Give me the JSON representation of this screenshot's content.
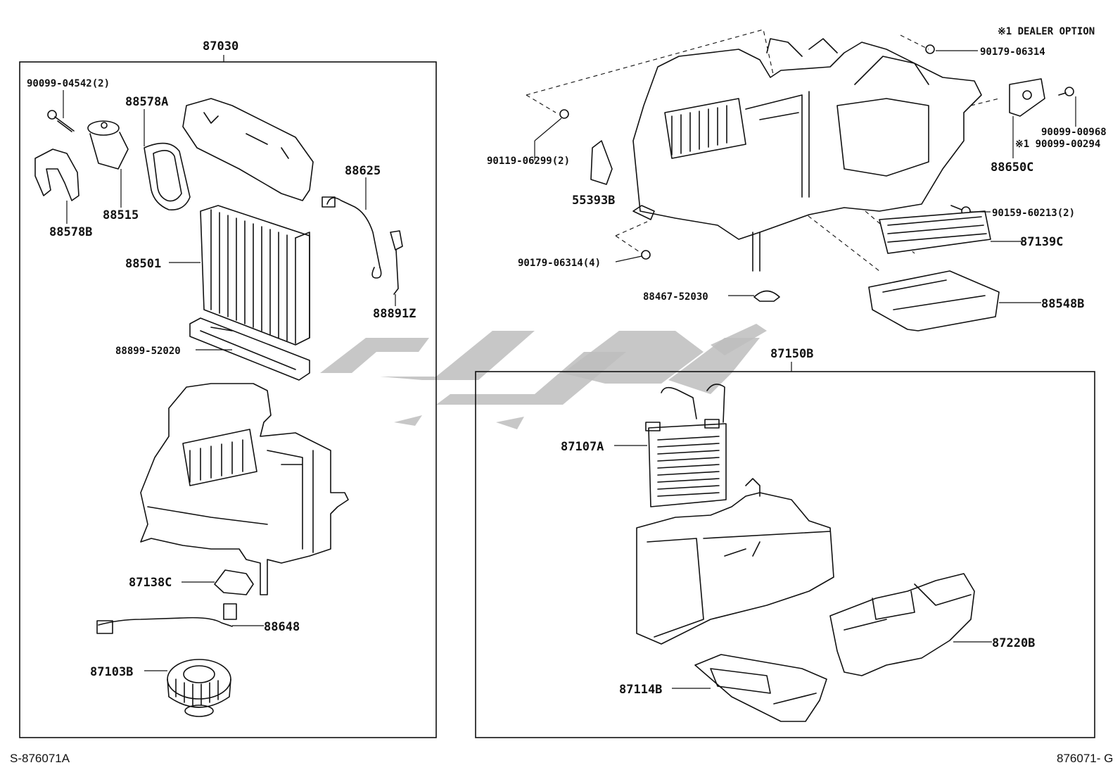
{
  "note": "※1 DEALER OPTION",
  "corner_left": "S-876071A",
  "corner_right": "876071- G",
  "assembly_left": {
    "number": "87030",
    "parts": {
      "p1": "90099-04542(2)",
      "p2": "88578A",
      "p3": "88515",
      "p4": "88578B",
      "p5": "88625",
      "p6": "88501",
      "p7": "88891Z",
      "p8": "88899-52020",
      "p9": "87138C",
      "p10": "88648",
      "p11": "87103B"
    }
  },
  "assembly_right": {
    "number": "87150B",
    "parts": {
      "p1": "87107A",
      "p2": "87220B",
      "p3": "87114B"
    }
  },
  "upper_parts": {
    "p1": "90179-06314",
    "p2": "90099-00968",
    "p3": "※1 90099-00294",
    "p4": "88650C",
    "p5": "90119-06299(2)",
    "p6": "55393B",
    "p7": "90159-60213(2)",
    "p8": "87139C",
    "p9": "90179-06314(4)",
    "p10": "88467-52030",
    "p11": "88548B"
  }
}
